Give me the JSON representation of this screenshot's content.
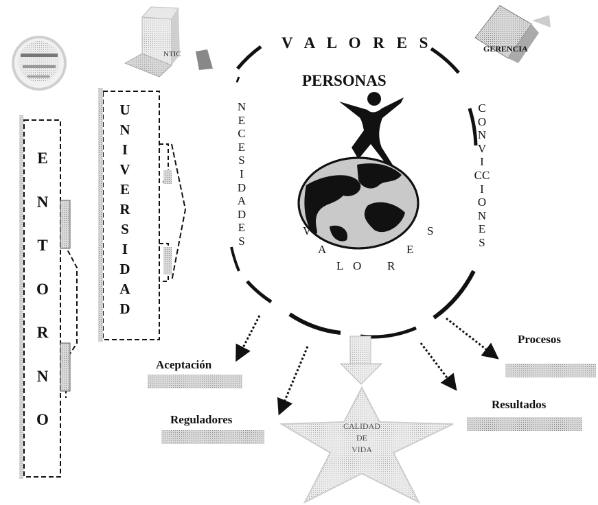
{
  "entorno": [
    "E",
    "N",
    "T",
    "O",
    "R",
    "N",
    "O"
  ],
  "universidad": [
    "U",
    "N",
    "I",
    "V",
    "E",
    "R",
    "S",
    "I",
    "D",
    "A",
    "D"
  ],
  "nticonos_label": "NTIC",
  "gerencia_label": "GERENCIA",
  "valores_top": "V A L O R E S",
  "personas": "PERSONAS",
  "necesidades": [
    "N",
    "E",
    "C",
    "E",
    "S",
    "I",
    "D",
    "A",
    "D",
    "E",
    "S"
  ],
  "convicciones": [
    "C",
    "O",
    "N",
    "V",
    "I",
    "CC",
    "I",
    "O",
    "N",
    "E",
    "S"
  ],
  "globe_valores": [
    "V",
    "A",
    "L",
    "O",
    "R",
    "E",
    "S"
  ],
  "labels": {
    "aceptacion": "Aceptación",
    "reguladores": "Reguladores",
    "procesos": "Procesos",
    "resultados": "Resultados"
  },
  "star_text": [
    "CALIDAD",
    "DE",
    "VIDA"
  ]
}
